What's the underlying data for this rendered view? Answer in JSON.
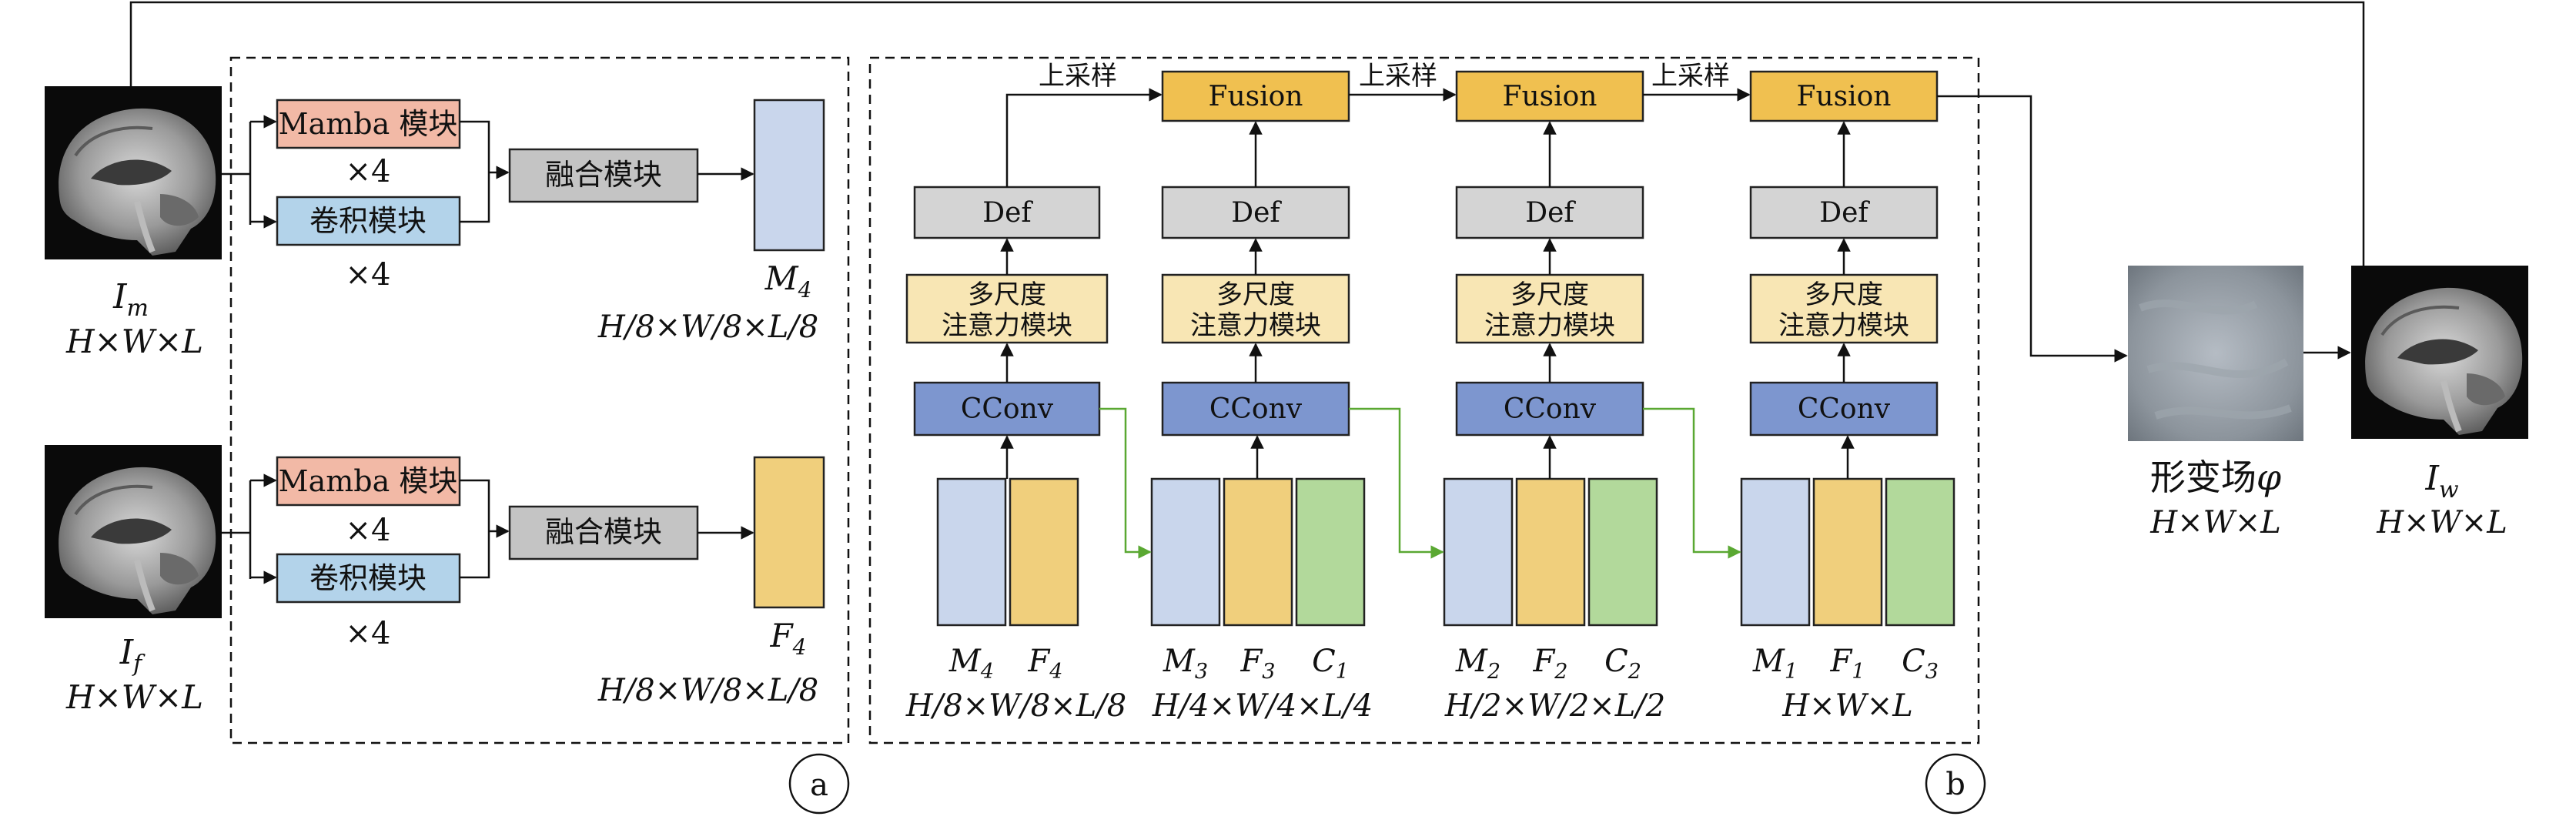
{
  "inputs": {
    "moving": {
      "symbol": "I",
      "sub": "m",
      "dims": "H×W×L"
    },
    "fixed": {
      "symbol": "I",
      "sub": "f",
      "dims": "H×W×L"
    }
  },
  "panel_a": {
    "label": "a",
    "mamba_label": "Mamba 模块",
    "conv_label": "卷积模块",
    "repeat": "×4",
    "fusion_label": "融合模块",
    "out_m": {
      "symbol": "M",
      "sub": "4",
      "dims": "H/8×W/8×L/8"
    },
    "out_f": {
      "symbol": "F",
      "sub": "4",
      "dims": "H/8×W/8×L/8"
    }
  },
  "panel_b": {
    "label": "b",
    "upsample_label": "上采样",
    "fusion_label": "Fusion",
    "def_label": "Def",
    "msa_line1": "多尺度",
    "msa_line2": "注意力模块",
    "cconv_label": "CConv",
    "stages": [
      {
        "tensors": [
          {
            "s": "M",
            "sub": "4"
          },
          {
            "s": "F",
            "sub": "4"
          }
        ],
        "dims": "H/8×W/8×L/8"
      },
      {
        "tensors": [
          {
            "s": "M",
            "sub": "3"
          },
          {
            "s": "F",
            "sub": "3"
          },
          {
            "s": "C",
            "sub": "1"
          }
        ],
        "dims": "H/4×W/4×L/4"
      },
      {
        "tensors": [
          {
            "s": "M",
            "sub": "2"
          },
          {
            "s": "F",
            "sub": "2"
          },
          {
            "s": "C",
            "sub": "2"
          }
        ],
        "dims": "H/2×W/2×L/2"
      },
      {
        "tensors": [
          {
            "s": "M",
            "sub": "1"
          },
          {
            "s": "F",
            "sub": "1"
          },
          {
            "s": "C",
            "sub": "3"
          }
        ],
        "dims": "H×W×L"
      }
    ]
  },
  "outputs": {
    "deform_label": "形变场",
    "deform_symbol": "φ",
    "deform_dims": "H×W×L",
    "warped": {
      "symbol": "I",
      "sub": "w",
      "dims": "H×W×L"
    }
  },
  "colors": {
    "mamba": "#f2b9a6",
    "conv": "#b3d3ea",
    "fusion_gray": "#c4c4c4",
    "m_tensor": "#c9d6ec",
    "f_tensor": "#f0cf7c",
    "c_tensor": "#b2d99b",
    "fusion_gold": "#f0c050",
    "def": "#d4d4d4",
    "msa": "#f8e6b4",
    "cconv": "#7d96cf",
    "green_arrow": "#5aa832"
  }
}
